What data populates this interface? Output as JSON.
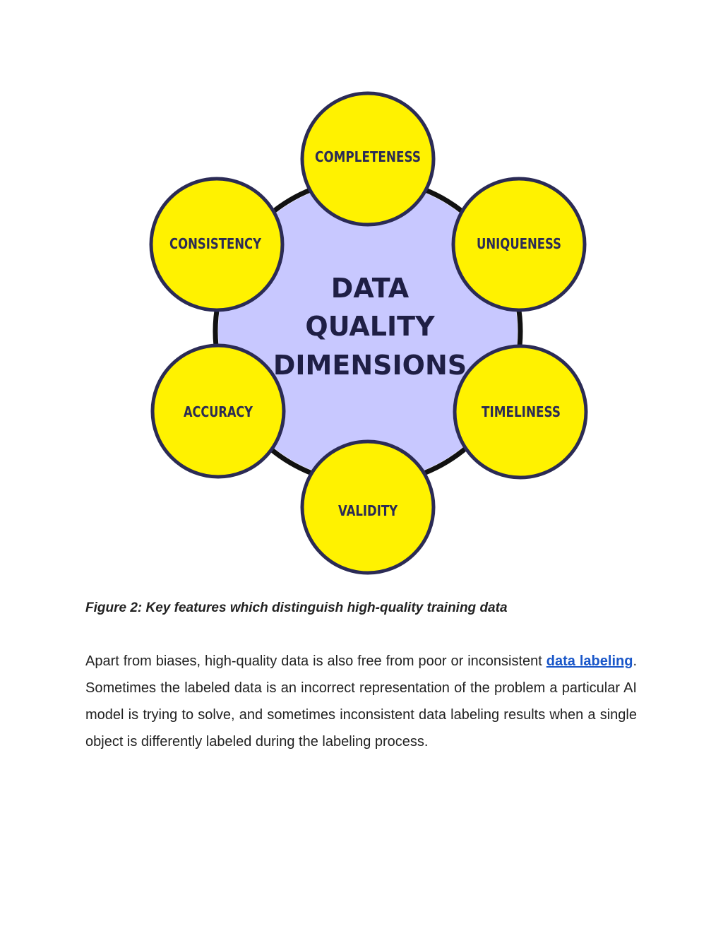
{
  "diagram": {
    "center": {
      "lines": [
        "DATA",
        "QUALITY",
        "DIMENSIONS"
      ],
      "fill": "#c8c8ff"
    },
    "node_fill": "#fff200",
    "node_stroke": "#2b2b55",
    "ring_color": "#111111",
    "nodes": {
      "completeness": "COMPLETENESS",
      "uniqueness": "UNIQUENESS",
      "timeliness": "TIMELINESS",
      "validity": "VALIDITY",
      "accuracy": "ACCURACY",
      "consistency": "CONSISTENCY"
    }
  },
  "caption": "Figure 2: Key features which distinguish high-quality training data",
  "paragraph": {
    "before_link": "Apart from biases, high-quality data is also free from poor or inconsistent ",
    "link_text": "data labeling",
    "after_link": ". Sometimes the labeled data is an incorrect representation of the problem a particular AI model is trying to solve, and sometimes inconsistent data labeling results when a single object is differently labeled during the labeling process."
  },
  "colors": {
    "link": "#1a57c9"
  }
}
